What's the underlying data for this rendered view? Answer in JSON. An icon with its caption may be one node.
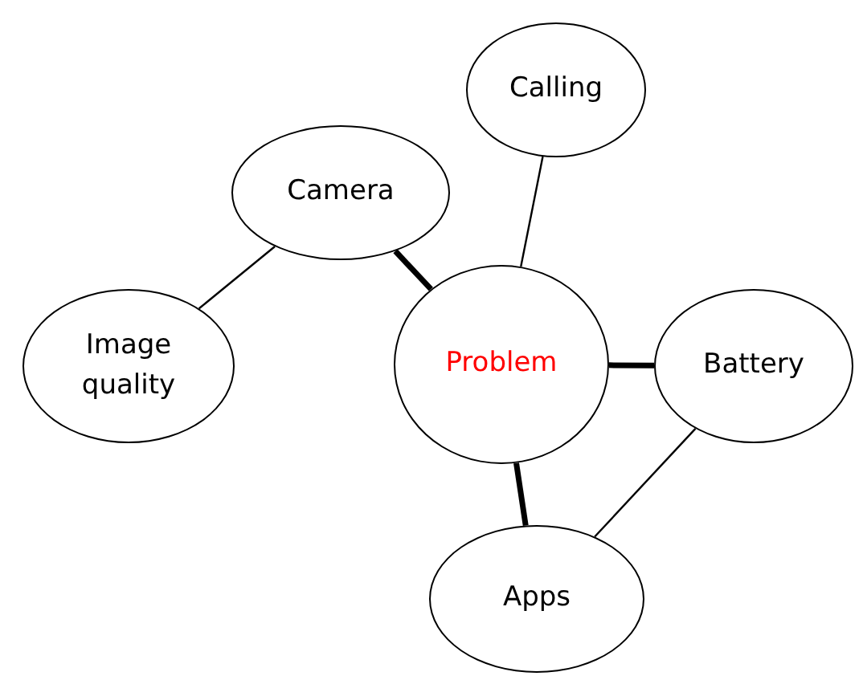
{
  "diagram": {
    "nodes": [
      {
        "text": [
          "Calling"
        ]
      },
      {
        "text": [
          "Camera"
        ]
      },
      {
        "text": [
          "Image quality"
        ]
      },
      {
        "text": [
          "Problem"
        ]
      },
      {
        "text": [
          "Battery"
        ]
      },
      {
        "text": [
          "Apps"
        ]
      }
    ],
    "edges": [
      {
        "from": 1,
        "to": 2,
        "arrow": "none"
      },
      {
        "from": 0,
        "to": 3,
        "arrow": "none"
      },
      {
        "from": 1,
        "to": 3,
        "arrow": "none",
        "style": "thick"
      },
      {
        "from": 3,
        "to": 4,
        "arrow": "none",
        "style": "thick"
      },
      {
        "from": 3,
        "to": 5,
        "arrow": "none",
        "style": "thick"
      },
      {
        "from": 4,
        "to": 5,
        "arrow": "none"
      }
    ]
  }
}
